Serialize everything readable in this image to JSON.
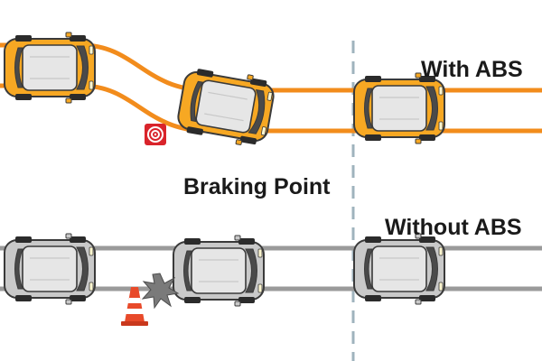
{
  "labels": {
    "with_abs": "With ABS",
    "braking_point": "Braking Point",
    "without_abs": "Without ABS"
  },
  "icons": {
    "target": "target-icon",
    "cone": "traffic-cone-icon",
    "impact": "impact-burst-icon"
  },
  "colors": {
    "abs_path": "#f28c1c",
    "abs_car": "#f7a823",
    "no_abs_path": "#9a9a9a",
    "no_abs_car": "#c9c9c9",
    "braking_line": "#9fb3bd",
    "target": "#d9242b",
    "text": "#1a1a1a"
  }
}
